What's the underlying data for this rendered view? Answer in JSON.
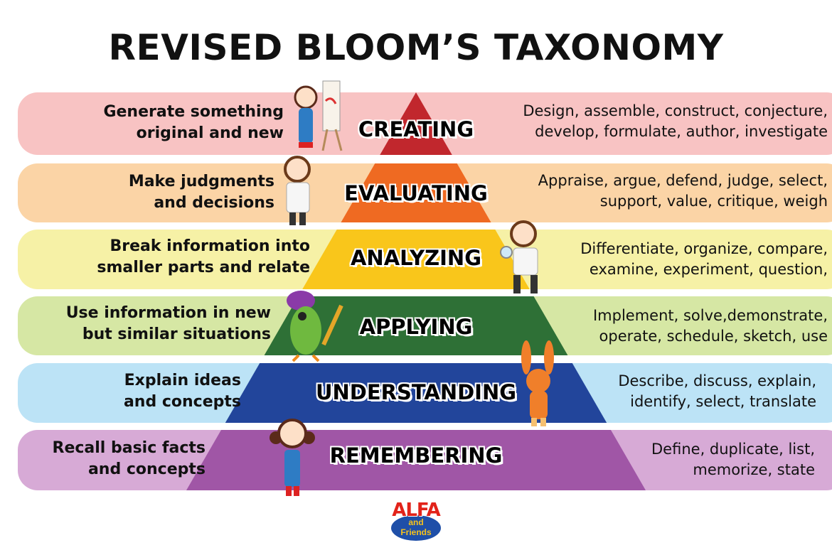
{
  "title": "REVISED BLOOM’S TAXONOMY",
  "levels": [
    {
      "name": "CREATING",
      "description": [
        "Generate something",
        "original and new"
      ],
      "verbs": [
        "Design, assemble, construct, conjecture,",
        "develop, formulate, author, investigate"
      ],
      "band_color": "#f8c3c3",
      "pyramid_color": "#c1272d"
    },
    {
      "name": "EVALUATING",
      "description": [
        "Make judgments",
        "and decisions"
      ],
      "verbs": [
        "Appraise, argue, defend, judge, select,",
        "support, value, critique, weigh"
      ],
      "band_color": "#fbd4a6",
      "pyramid_color": "#ef6a22"
    },
    {
      "name": "ANALYZING",
      "description": [
        "Break information into",
        "smaller parts and relate"
      ],
      "verbs": [
        "Differentiate, organize, compare,",
        "examine, experiment, question,"
      ],
      "band_color": "#f6f1a6",
      "pyramid_color": "#f9c61b"
    },
    {
      "name": "APPLYING",
      "description": [
        "Use information in new",
        "but similar situations"
      ],
      "verbs": [
        "Implement, solve,demonstrate,",
        "operate, schedule, sketch, use"
      ],
      "band_color": "#d6e7a4",
      "pyramid_color": "#2e7036"
    },
    {
      "name": "UNDERSTANDING",
      "description": [
        "Explain ideas",
        "and concepts"
      ],
      "verbs": [
        "Describe, discuss, explain,",
        "identify, select, translate"
      ],
      "band_color": "#bce3f6",
      "pyramid_color": "#22459b"
    },
    {
      "name": "REMEMBERING",
      "description": [
        "Recall basic facts",
        "and concepts"
      ],
      "verbs": [
        "Define, duplicate, list,",
        "memorize, state"
      ],
      "band_color": "#d7aad6",
      "pyramid_color": "#a056a6"
    }
  ],
  "logo": {
    "line1": "ALFA",
    "line2": "and",
    "line3": "Friends"
  }
}
